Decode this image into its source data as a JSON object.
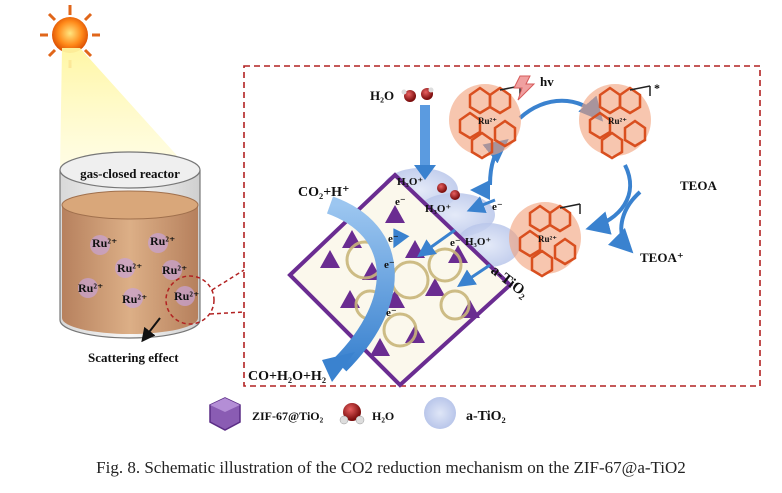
{
  "reactor": {
    "label": "gas-closed reactor",
    "ru_label": "Ru²⁺",
    "scattering_label": "Scattering effect"
  },
  "mechanism": {
    "h2o_label": "H₂O",
    "hv_label": "hv",
    "teoa_label": "TEOA",
    "teoa_plus_label": "TEOA⁺",
    "co2_label": "CO₂+H⁺",
    "h3o_label": "H₃O⁺",
    "electron_label": "e⁻",
    "atio2_label": "a-TiO₂",
    "product_label": "CO+H₂O+H₂",
    "complex_label": "Ru²⁺",
    "star_label": "*"
  },
  "legend": {
    "zif_label": "ZIF-67@TiO₂",
    "h2o_label": "H₂O",
    "atio2_label": "a-TiO₂"
  },
  "caption": "Fig. 8. Schematic illustration of the CO2 reduction mechanism on the ZIF-67@a-TiO2",
  "colors": {
    "dashed_border": "#b22222",
    "arrow_blue": "#4a90d9",
    "complex": "#e8704a",
    "framework": "#6a2c91",
    "reactor_fill": "#c98a5a"
  }
}
